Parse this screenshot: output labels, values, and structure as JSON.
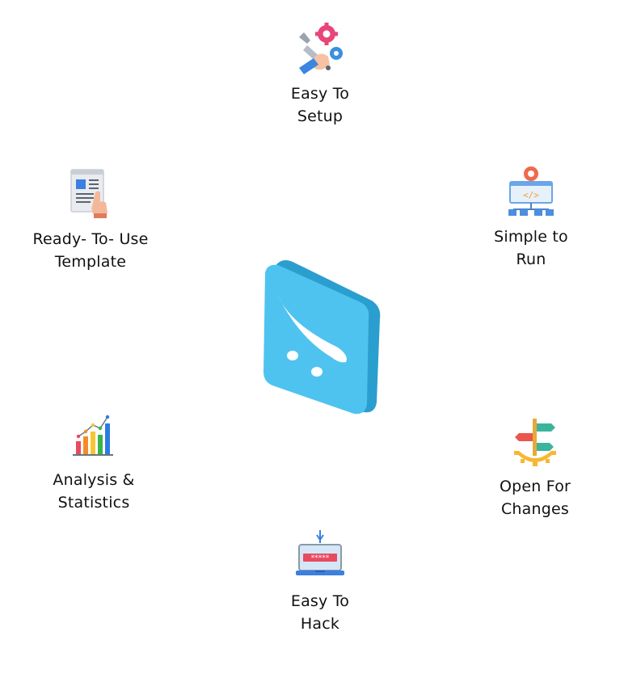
{
  "features": {
    "setup": {
      "line1": "Easy To",
      "line2": "Setup",
      "icon": "gear-wrench-icon"
    },
    "template": {
      "line1": "Ready- To- Use",
      "line2": "Template",
      "icon": "document-template-icon"
    },
    "run": {
      "line1": "Simple to",
      "line2": "Run",
      "icon": "code-flow-icon"
    },
    "stats": {
      "line1": "Analysis &",
      "line2": "Statistics",
      "icon": "bar-chart-icon"
    },
    "changes": {
      "line1": "Open For",
      "line2": "Changes",
      "icon": "signpost-gear-icon"
    },
    "hack": {
      "line1": "Easy To",
      "line2": "Hack",
      "icon": "laptop-password-icon"
    }
  },
  "center": {
    "icon": "opencart-logo-icon"
  },
  "colors": {
    "logo_face": "#4fc3ef",
    "logo_side": "#2a9fcf",
    "text": "#111111"
  }
}
